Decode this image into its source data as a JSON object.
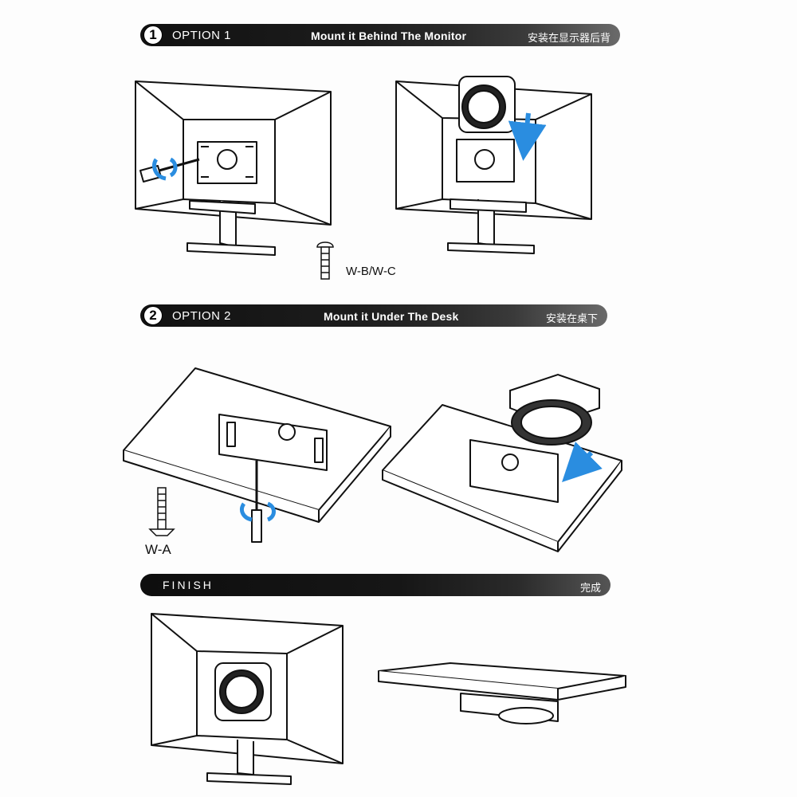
{
  "option1": {
    "number": "1",
    "label": "OPTION 1",
    "title": "Mount it Behind The Monitor",
    "title_cn": "安装在显示器后背"
  },
  "option2": {
    "number": "2",
    "label": "OPTION 2",
    "title": "Mount it Under The Desk",
    "title_cn": "安装在桌下"
  },
  "finish": {
    "label": "FINISH",
    "title_cn": "完成"
  },
  "screw_labels": {
    "monitor_screw": "W-B/W-C",
    "desk_screw": "W-A"
  },
  "colors": {
    "arrow_blue": "#2a8de0",
    "banner_dark": "#111111",
    "line": "#111111"
  }
}
